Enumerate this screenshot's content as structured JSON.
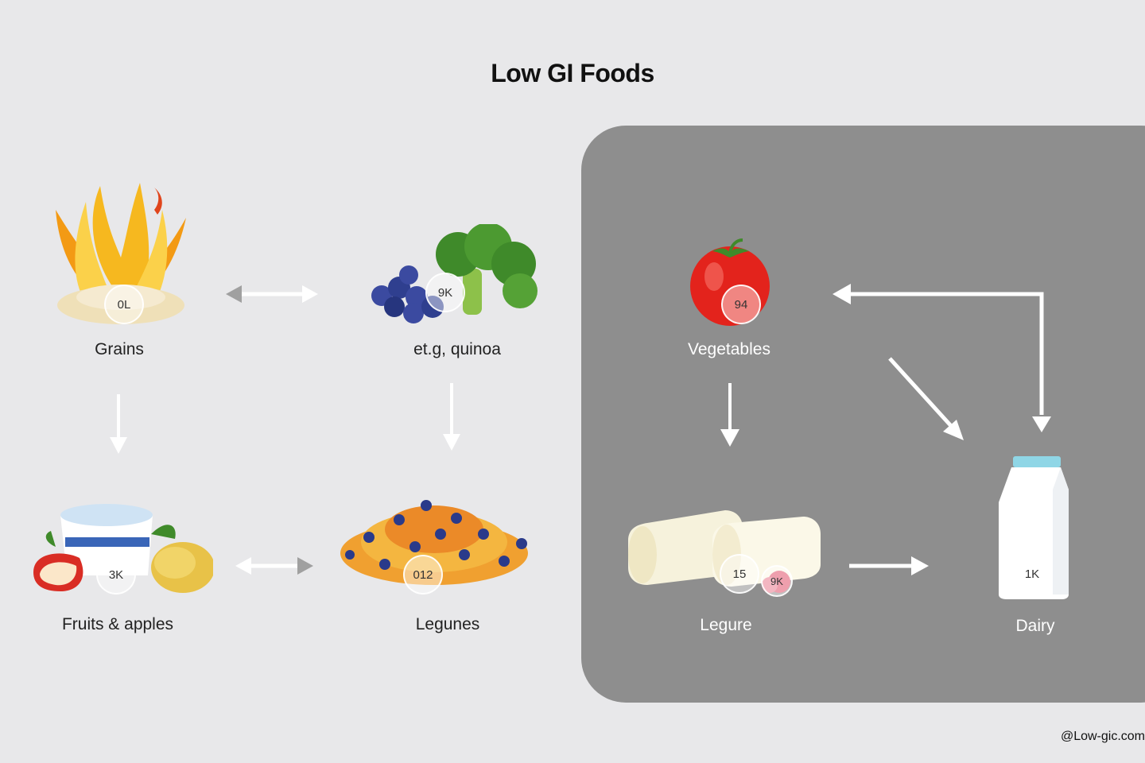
{
  "title": "Low GI Foods",
  "nodes": {
    "grains": {
      "label": "Grains",
      "badge": "0L"
    },
    "quinoa": {
      "label": "et.g, quinoa",
      "badge": "9K"
    },
    "vegetables": {
      "label": "Vegetables",
      "badge": "94"
    },
    "fruits": {
      "label": "Fruits & apples",
      "badge": "3K"
    },
    "legunes": {
      "label": "Legunes",
      "badge": "012"
    },
    "legure": {
      "label": "Legure",
      "badge": "15",
      "badge2": "9K"
    },
    "dairy": {
      "label": "Dairy",
      "badge": "1K"
    }
  },
  "footer": "@Low-gic.com",
  "colors": {
    "background": "#e8e8ea",
    "panel": "#8e8e8e",
    "arrow_light": "#ffffff",
    "arrow_grey": "#a0a0a0"
  }
}
